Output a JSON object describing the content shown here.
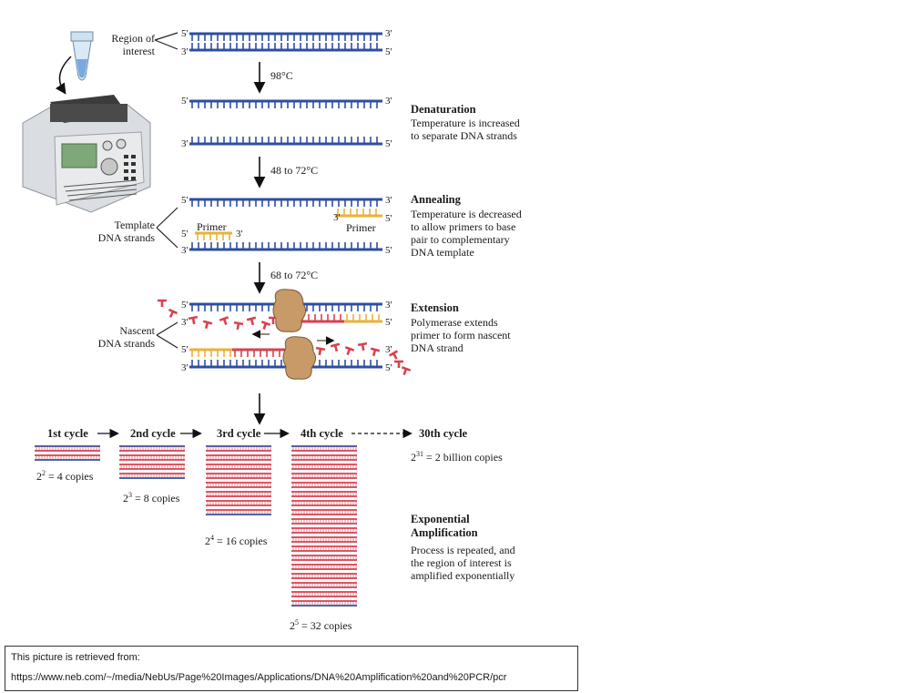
{
  "labels": {
    "region_of_interest": "Region of\ninterest",
    "five_prime": "5'",
    "three_prime": "3'",
    "temp1": "98°C",
    "temp2": "48 to 72°C",
    "temp3": "68 to 72°C",
    "template_strands": "Template\nDNA strands",
    "nascent_strands": "Nascent\nDNA strands",
    "primer": "Primer"
  },
  "steps": [
    {
      "title": "Denaturation",
      "text": "Temperature is increased\nto separate DNA strands"
    },
    {
      "title": "Annealing",
      "text": "Temperature is decreased\nto allow primers to base\npair to complementary\nDNA template"
    },
    {
      "title": "Extension",
      "text": "Polymerase extends\nprimer to form nascent\nDNA strand"
    },
    {
      "title": "Exponential\nAmplification",
      "text": "Process is repeated, and\nthe region of interest is\namplified exponentially"
    }
  ],
  "cycles": [
    {
      "label": "1st cycle",
      "base": "2",
      "exp": "2",
      "copies_text": " = 4 copies",
      "copies": 4
    },
    {
      "label": "2nd cycle",
      "base": "2",
      "exp": "3",
      "copies_text": " = 8 copies",
      "copies": 8
    },
    {
      "label": "3rd cycle",
      "base": "2",
      "exp": "4",
      "copies_text": " = 16 copies",
      "copies": 16
    },
    {
      "label": "4th cycle",
      "base": "2",
      "exp": "5",
      "copies_text": " = 32 copies",
      "copies": 32
    },
    {
      "label": "30th cycle",
      "base": "2",
      "exp": "31",
      "copies_text": " = 2 billion copies",
      "copies": 2000000000
    }
  ],
  "source": {
    "line1": "This picture is retrieved from:",
    "line2": "https://www.neb.com/~/media/NebUs/Page%20Images/Applications/DNA%20Amplification%20and%20PCR/pcr"
  },
  "colors": {
    "template": "#2d4fa0",
    "nascent": "#d8414f",
    "primer": "#e9b23a",
    "polymerase": "#c79a68"
  }
}
